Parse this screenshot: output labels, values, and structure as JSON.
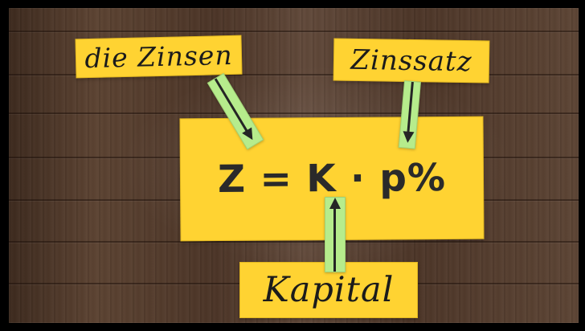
{
  "scene": {
    "background": "wood-floor",
    "card_color": "#ffd332",
    "arrow_color": "#b6ec8c",
    "ink_color": "#252525"
  },
  "labels": {
    "zinsen": "die Zinsen",
    "zinssatz": "Zinssatz",
    "kapital": "Kapital"
  },
  "formula": {
    "text": "Z = K · p%"
  },
  "arrows": [
    {
      "name": "zinsen-arrow",
      "direction": "down-right"
    },
    {
      "name": "zinssatz-arrow",
      "direction": "down"
    },
    {
      "name": "kapital-arrow",
      "direction": "up"
    }
  ]
}
